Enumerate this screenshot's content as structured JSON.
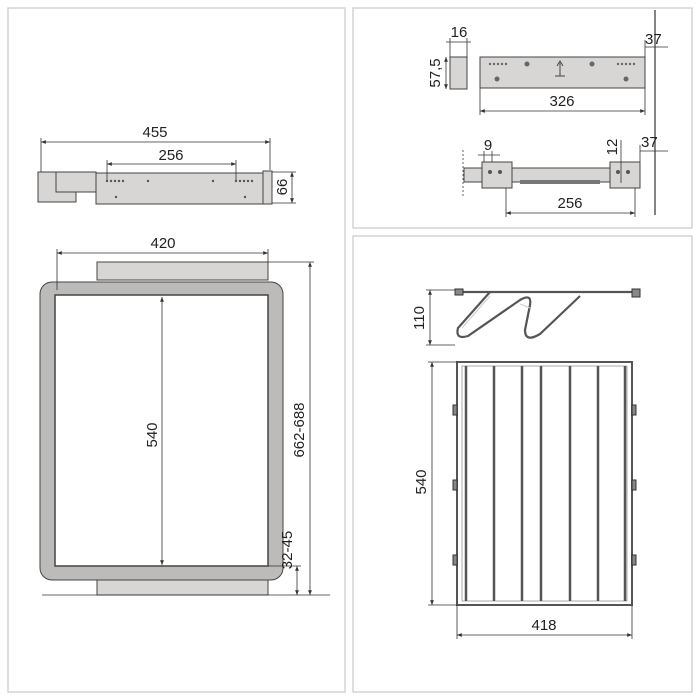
{
  "panels": {
    "side_and_front": {
      "slide_length": "455",
      "slide_hole_spacing": "256",
      "slide_height": "66",
      "frame_width": "420",
      "frame_depth": "540",
      "cabinet_depth": "662-688",
      "bottom_offset": "32-45"
    },
    "bracket_detail": {
      "bracket_thickness": "16",
      "bracket_height": "57,5",
      "bracket_length": "326",
      "front_offset_top": "37",
      "screw_offset": "9",
      "vertical_offset": "12",
      "hole_spacing": "256",
      "front_offset_bottom": "37"
    },
    "rack_detail": {
      "rack_height": "110",
      "rack_depth": "540",
      "rack_width": "418"
    }
  },
  "colors": {
    "part_fill": "#d8d6d4",
    "line": "#333333",
    "panel_border": "#d4d4d4"
  }
}
